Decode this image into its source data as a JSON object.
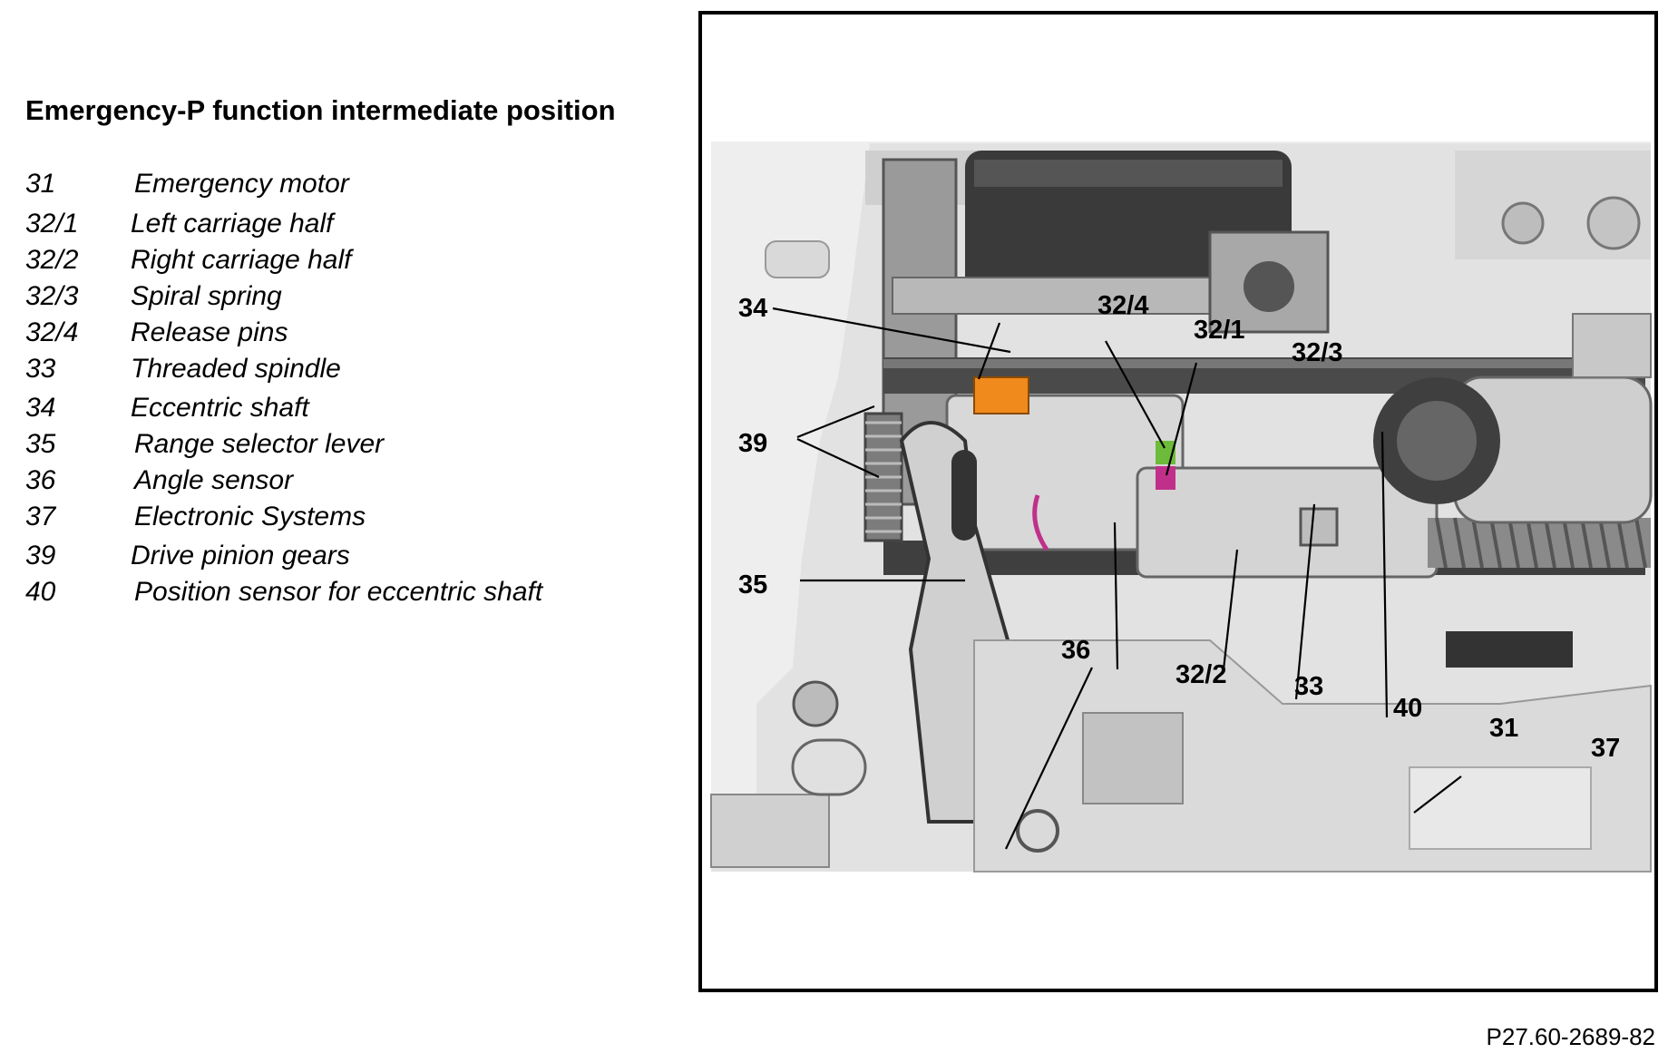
{
  "title": "Emergency-P function intermediate position",
  "legend": [
    {
      "num": "31",
      "label": "Emergency motor"
    },
    {
      "num": "32/1",
      "label": "Left carriage half"
    },
    {
      "num": "32/2",
      "label": "Right carriage half"
    },
    {
      "num": "32/3",
      "label": "Spiral spring"
    },
    {
      "num": "32/4",
      "label": "Release pins"
    },
    {
      "num": "33",
      "label": "Threaded spindle"
    },
    {
      "num": "34",
      "label": "Eccentric shaft"
    },
    {
      "num": "35",
      "label": "Range selector lever"
    },
    {
      "num": "36",
      "label": "Angle sensor"
    },
    {
      "num": "37",
      "label": "Electronic Systems"
    },
    {
      "num": "39",
      "label": "Drive pinion gears"
    },
    {
      "num": "40",
      "label": "Position sensor for eccentric shaft"
    }
  ],
  "callouts": [
    "34",
    "32/4",
    "32/1",
    "32/3",
    "39",
    "35",
    "36",
    "32/2",
    "33",
    "40",
    "31",
    "37"
  ],
  "figure_id": "P27.60-2689-82",
  "colors": {
    "housing": "#e4e4e4",
    "dark_part": "#3a3a3a",
    "mid_part": "#8a8a8a",
    "release_pin": "#f08a1c",
    "spring_green": "#6dbb3a",
    "spring_magenta": "#c0308a"
  }
}
